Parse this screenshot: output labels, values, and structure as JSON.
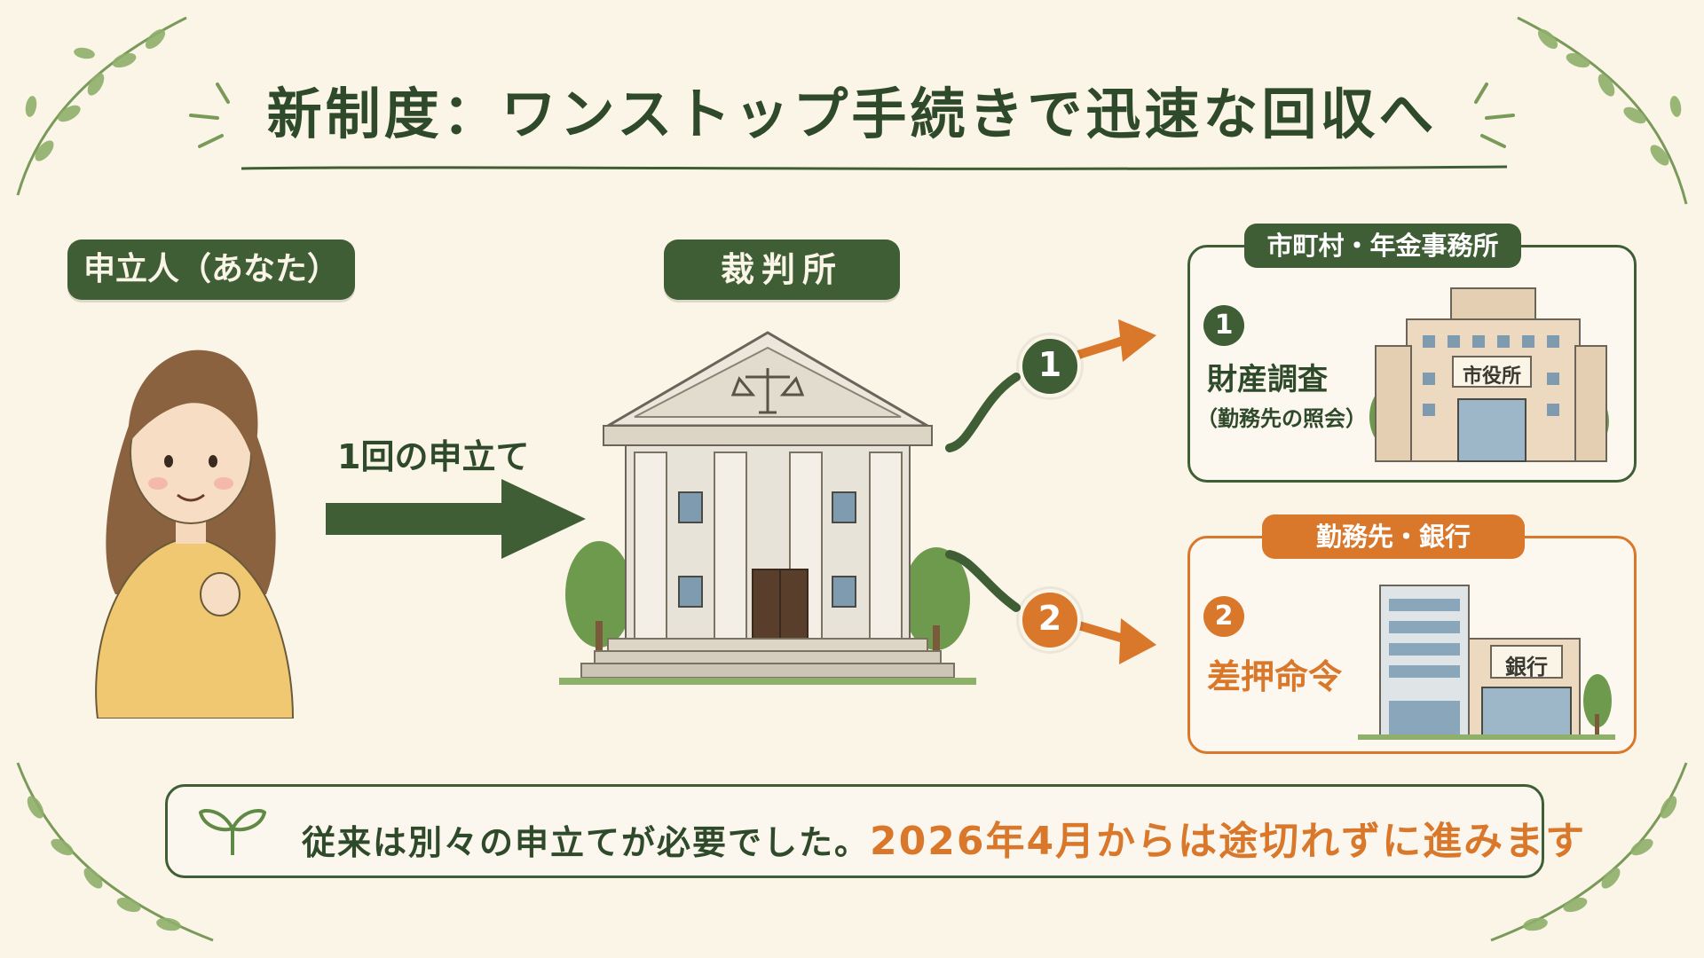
{
  "title": "新制度：ワンストップ手続きで迅速な回収へ",
  "applicant": {
    "label": "申立人（あなた）"
  },
  "court": {
    "label": "裁判所",
    "arrow_label": "1回の申立て"
  },
  "step1": {
    "org_label": "市町村・年金事務所",
    "number": "1",
    "action": "財産調査",
    "detail": "（勤務先の照会）",
    "building_sign": "市役所"
  },
  "step2": {
    "org_label": "勤務先・銀行",
    "number": "2",
    "action": "差押命令",
    "building_sign": "銀行"
  },
  "note": {
    "prefix": "従来は別々の申立てが必要でした。",
    "highlight": "2026年4月からは途切れずに進みます"
  },
  "colors": {
    "green": "#3f5e35",
    "orange": "#d9772b",
    "background": "#fbf5e8"
  },
  "icons": [
    "leaf-vine-icon",
    "sprout-icon",
    "scales-of-justice-icon"
  ]
}
